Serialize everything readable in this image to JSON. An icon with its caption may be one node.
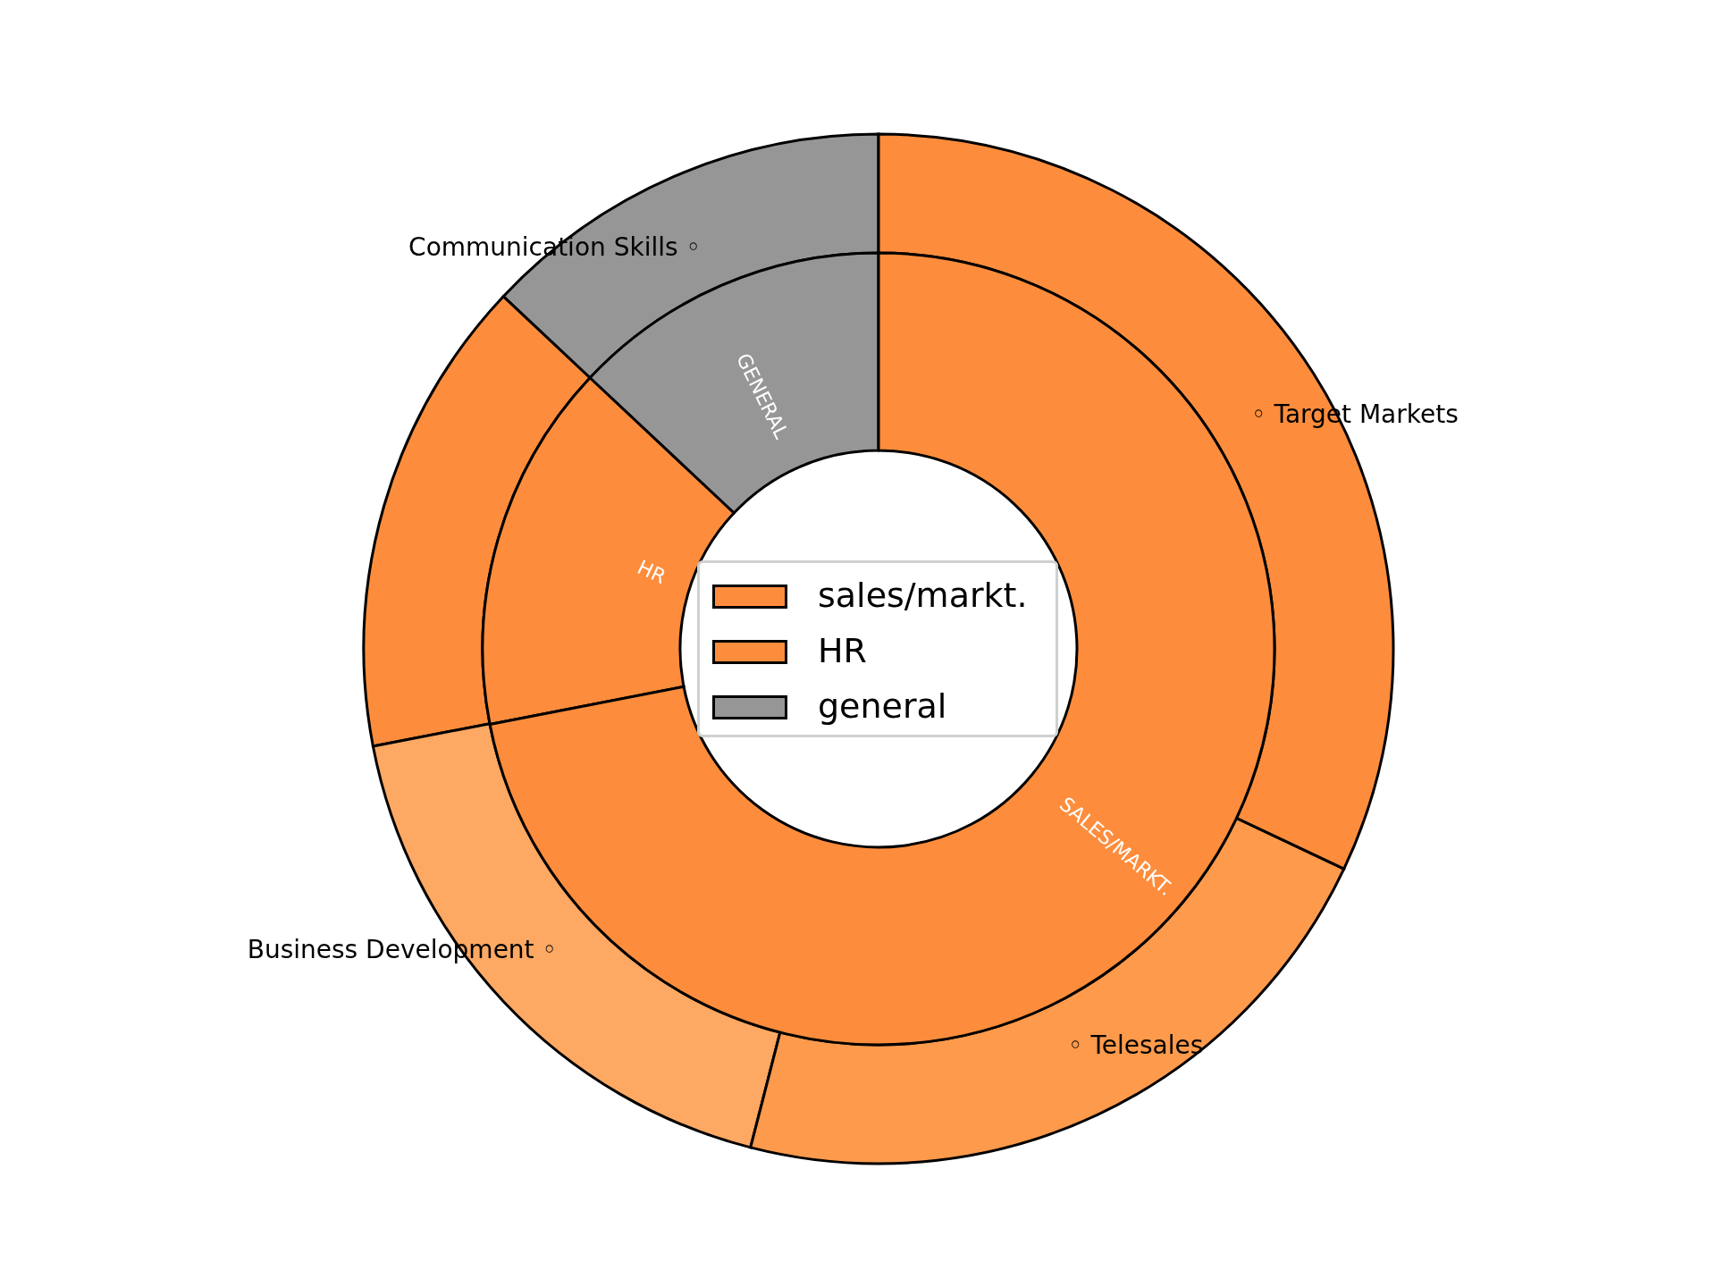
{
  "diagram": {
    "labels": [
      "Communication Skills ◦",
      "GENERAL",
      "◦ Target Markets",
      "HR",
      "SALES/MARKT.",
      "Business Development ◦",
      "◦ Telesales"
    ],
    "legend": [
      {
        "text": "sales/markt.",
        "color": "#fd8d3c"
      },
      {
        "text": "HR",
        "color": "#fd8d3c"
      },
      {
        "text": "general",
        "color": "#969696"
      }
    ]
  }
}
